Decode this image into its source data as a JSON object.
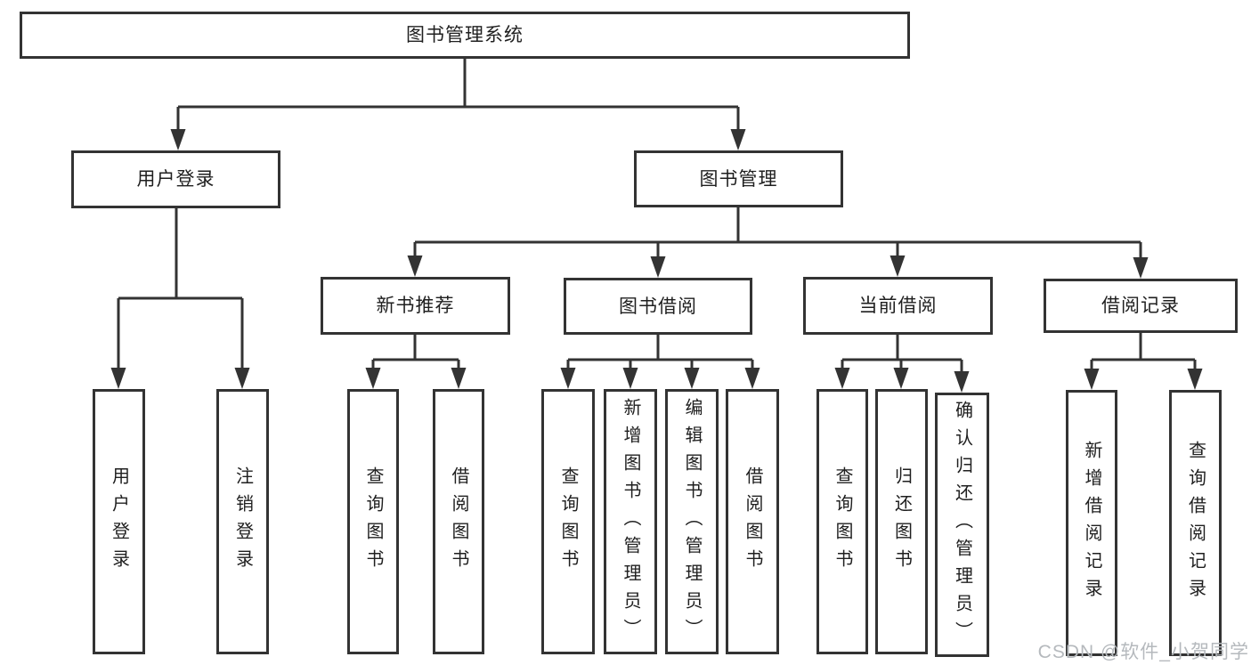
{
  "diagram": {
    "root": {
      "label": "图书管理系统"
    },
    "branches": [
      {
        "label": "用户登录",
        "children": [
          {
            "label": "用户登录"
          },
          {
            "label": "注销登录"
          }
        ]
      },
      {
        "label": "图书管理",
        "children": [
          {
            "label": "新书推荐",
            "children": [
              {
                "label": "查询图书"
              },
              {
                "label": "借阅图书"
              }
            ]
          },
          {
            "label": "图书借阅",
            "children": [
              {
                "label": "查询图书"
              },
              {
                "label": "新增图书（管理员）"
              },
              {
                "label": "编辑图书（管理员）"
              },
              {
                "label": "借阅图书"
              }
            ]
          },
          {
            "label": "当前借阅",
            "children": [
              {
                "label": "查询图书"
              },
              {
                "label": "归还图书"
              },
              {
                "label": "确认归还（管理员）"
              }
            ]
          },
          {
            "label": "借阅记录",
            "children": [
              {
                "label": "新增借阅记录"
              },
              {
                "label": "查询借阅记录"
              }
            ]
          }
        ]
      }
    ]
  },
  "watermark": {
    "text": "CSDN @软件_小贺同学"
  },
  "colors": {
    "line": "#333333",
    "box_border": "#333333",
    "box_background": "#ffffff",
    "text": "#1f1f1f",
    "watermark": "#b5b9bd"
  }
}
